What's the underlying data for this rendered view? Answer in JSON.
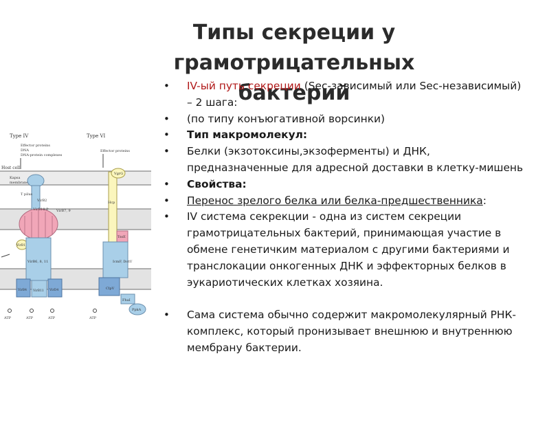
{
  "title": {
    "line1": "Типы секреции у грамотрицательных",
    "line2": "бактерий"
  },
  "bullets": {
    "b1_red": "IV-ый путь секреции",
    "b1_rest": " (Sec-зависимый или Sec-независимый) – 2 шага:",
    "b2": "(по типу конъюгативной ворсинки)",
    "b3": "Тип макромолекул:",
    "b4": "Белки (экзотоксины,экзоферменты) и ДНК, предназначенные для адресной доставки в клетку-мишень",
    "b5": "Свойства:",
    "b6_underlined": "Перенос зрелого белка или белка-предшественника",
    "b6_rest": ":",
    "b7": "IV система секрекции - одна из систем секреции грамотрицательных бактерий, принимающая участие в обмене генетичким материалом с другими бактериями и транслокации онкогенных ДНК и эффекторных белков в эукариотических клетках хозяина.",
    "b8": "Сама система обычно содержит макромолекулярный РНК-комплекс, который пронизывает внешнюю и внутреннюю мембрану бактерии."
  },
  "figure": {
    "type4_label": "Type IV",
    "type6_label": "Type VI",
    "type4_cargo": [
      "Effector proteins",
      "DNA",
      "DNA-protein complexes"
    ],
    "type6_cargo": "Effector proteins",
    "host_cell": "Host cell",
    "kapsa_label": [
      "Kapsa",
      "membrane"
    ],
    "t_pilus": "T pilus",
    "virb2": "VirB2",
    "virb7_9": "VirB7, 9",
    "vgrg": "VgrG",
    "hcp": "Hcp",
    "virb10": "VirB10 P",
    "tsse": "TssE",
    "virb1": "VirB1",
    "virb6_11": "VirB6, 8, 11",
    "icmf_dotu": "IcmF, DotU",
    "virb4": "VirB4",
    "virb11": "VirB11",
    "virb4_right": "VirD4",
    "clpv": "ClpV",
    "fha": "FhaI",
    "ppka": "PpkA",
    "atp_labels": [
      "ATP",
      "ATP",
      "ATP",
      "ATP"
    ],
    "colors": {
      "membrane": "#9a9a9a",
      "pilus_yellow": "#fbf6bd",
      "pink": "#f1a6b8",
      "blue": "#a9cfe8",
      "dark_blue": "#7ea9d6",
      "membrane_band": "#e3e3e3"
    }
  }
}
